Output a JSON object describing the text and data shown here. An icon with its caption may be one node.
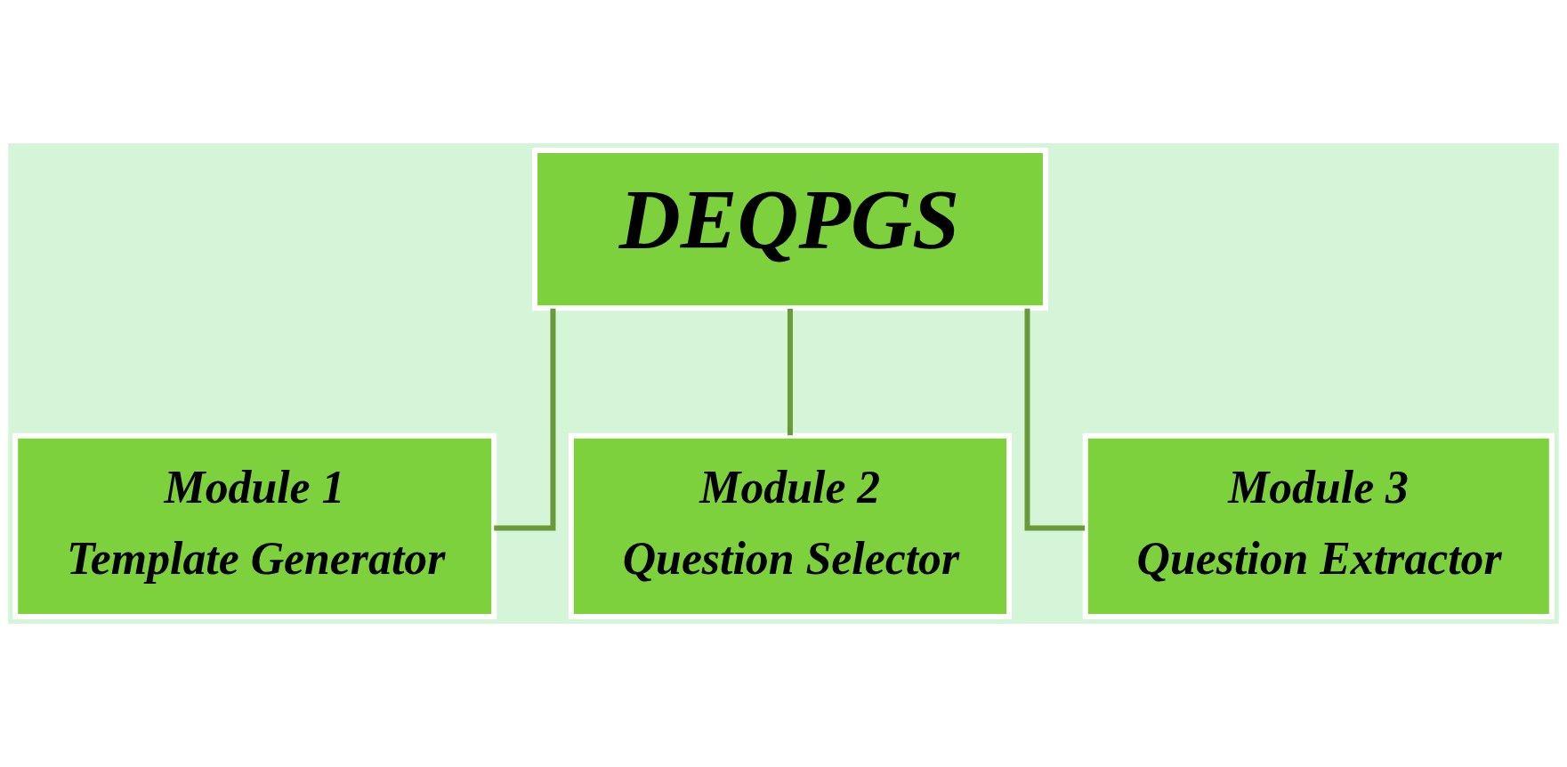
{
  "diagram": {
    "nodes": [
      {
        "text": [
          "DEQPGS"
        ]
      },
      {
        "text": [
          "Module 1",
          "Template Generator"
        ]
      },
      {
        "text": [
          "Module 2",
          "Question Selector"
        ]
      },
      {
        "text": [
          "Module 3",
          "Question Extractor"
        ]
      }
    ],
    "edges": [
      {
        "from": 0,
        "to": 1,
        "arrow": "none"
      },
      {
        "from": 0,
        "to": 2,
        "arrow": "none"
      },
      {
        "from": 0,
        "to": 3,
        "arrow": "none"
      }
    ]
  }
}
